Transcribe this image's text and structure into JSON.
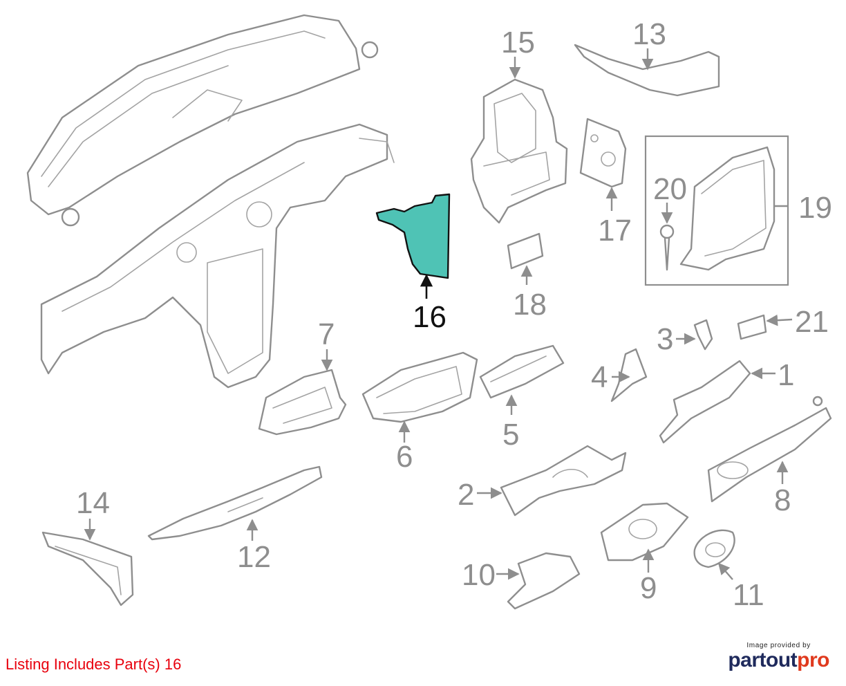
{
  "highlight_color": "#4fc3b5",
  "highlighted_part": "16",
  "callouts": {
    "c1": "1",
    "c2": "2",
    "c3": "3",
    "c4": "4",
    "c5": "5",
    "c6": "6",
    "c7": "7",
    "c8": "8",
    "c9": "9",
    "c10": "10",
    "c11": "11",
    "c12": "12",
    "c13": "13",
    "c14": "14",
    "c15": "15",
    "c16": "16",
    "c17": "17",
    "c18": "18",
    "c19": "19",
    "c20": "20",
    "c21": "21"
  },
  "listing_note": "Listing Includes Part(s) 16",
  "credit": {
    "small": "Image provided by",
    "logo_part1": "partout",
    "logo_part2": "pro"
  }
}
